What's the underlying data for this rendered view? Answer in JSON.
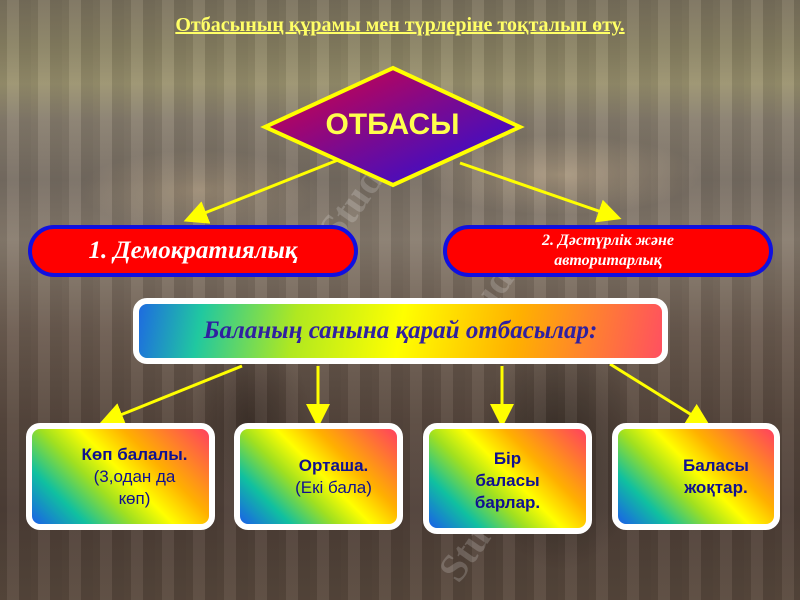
{
  "title": "Отбасының құрамы мен түрлеріне тоқталып өту.",
  "center": "ОТБАСЫ",
  "types": [
    {
      "label": "1. Демократиялық"
    },
    {
      "line1": "2. Дәстүрлік және",
      "line2": "авторитарлық"
    }
  ],
  "subheader": "Баланың санына қарай отбасылар:",
  "categories": [
    {
      "line1": "Көп балалы.",
      "line2": "(3,одан да",
      "line3": "көп)"
    },
    {
      "line1": "Орташа.",
      "line2": "(Екі бала)"
    },
    {
      "line1": "Бір",
      "line2": "баласы",
      "line3": "барлар."
    },
    {
      "line1": "Баласы",
      "line2": "жоқтар."
    }
  ],
  "watermark": "Stud.kz",
  "colors": {
    "title": "#ffff66",
    "oval_fill": "#ff0000",
    "oval_border": "#1010e0",
    "arrow": "#ffff00",
    "box_text": "#101090"
  }
}
